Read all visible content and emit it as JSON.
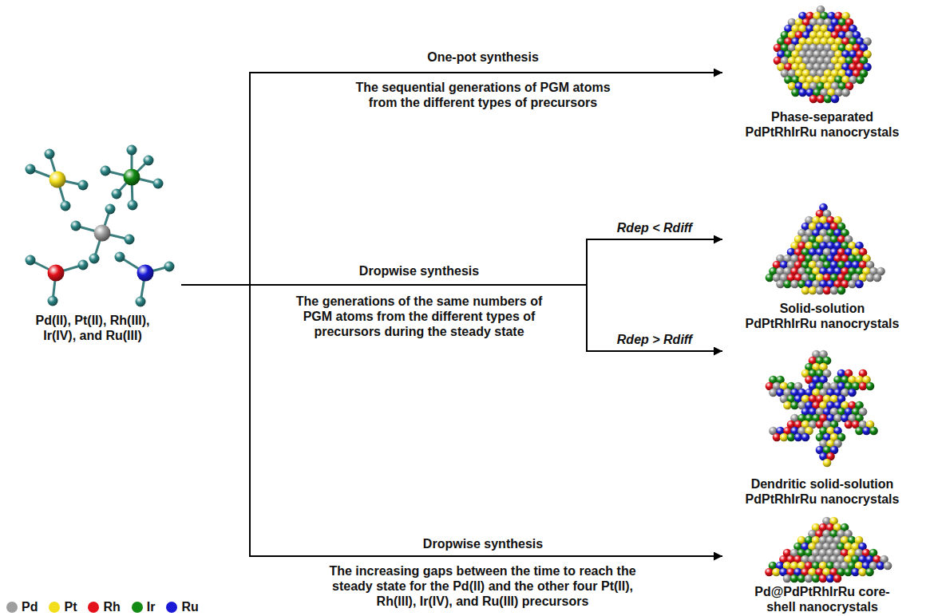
{
  "diagram": {
    "nodes": [
      {
        "text": [
          "Pd(II), Pt(II), Rh(III), Ir(IV), and Ru(III)"
        ]
      },
      {
        "text": [
          "Phase-separated PdPtRhIrRu nanocrystals"
        ]
      },
      {
        "text": [
          "Solid-solution PdPtRhIrRu nanocrystals"
        ]
      },
      {
        "text": [
          "Dendritic solid-solution PdPtRhIrRu nanocrystals"
        ]
      },
      {
        "text": [
          "Pd@PdPtRhIrRu core-shell nanocrystals"
        ]
      }
    ],
    "edges": [
      {
        "from": 0,
        "to": 1,
        "arrow": "to",
        "label": "One-pot synthesis"
      },
      {
        "from": 0,
        "to": 2,
        "arrow": "to",
        "label": "Rdep < Rdiff"
      },
      {
        "from": 0,
        "to": 3,
        "arrow": "to",
        "label": "Rdep > Rdiff"
      },
      {
        "from": 0,
        "to": 4,
        "arrow": "to",
        "label": "Dropwise synthesis"
      }
    ],
    "labels": [
      "The sequential generations of PGM atoms from the different types of precursors",
      "Dropwise synthesis",
      "The generations of the same numbers of PGM atoms from the different types of precursors during the steady state",
      "The increasing gaps between the time to reach the steady state for the Pd(II) and the other four Pt(II), Rh(III), Ir(IV), and Ru(III) precursors"
    ],
    "legend": [
      {
        "text": "Pd",
        "color": "#9e9e9e"
      },
      {
        "text": "Pt",
        "color": "#f2de1b"
      },
      {
        "text": "Rh",
        "color": "#e3101a"
      },
      {
        "text": "Ir",
        "color": "#138a13"
      },
      {
        "text": "Ru",
        "color": "#1a1ad6"
      }
    ]
  }
}
